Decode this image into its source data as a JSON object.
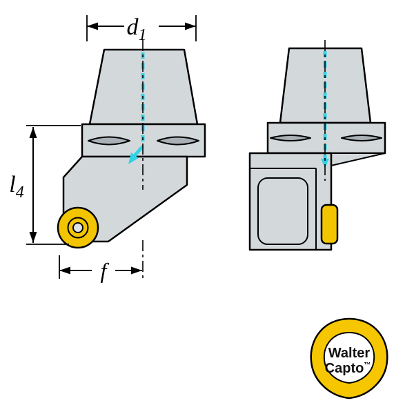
{
  "dimensions": {
    "d1": {
      "symbol": "d",
      "subscript": "1"
    },
    "l4": {
      "symbol": "l",
      "subscript": "4"
    },
    "f": {
      "symbol": "f"
    }
  },
  "logo": {
    "line1": "Walter",
    "line2": "Capto",
    "trademark": "™"
  },
  "colors": {
    "body_gray": "#d3d8db",
    "slot_gray": "#a9b1b6",
    "outline": "#000000",
    "coolant_cyan": "#35d2e6",
    "insert_yellow": "#f2c500",
    "insert_hole_gray": "#dfe3e5",
    "logo_yellow": "#f6c700",
    "logo_inner": "#ffffff"
  }
}
